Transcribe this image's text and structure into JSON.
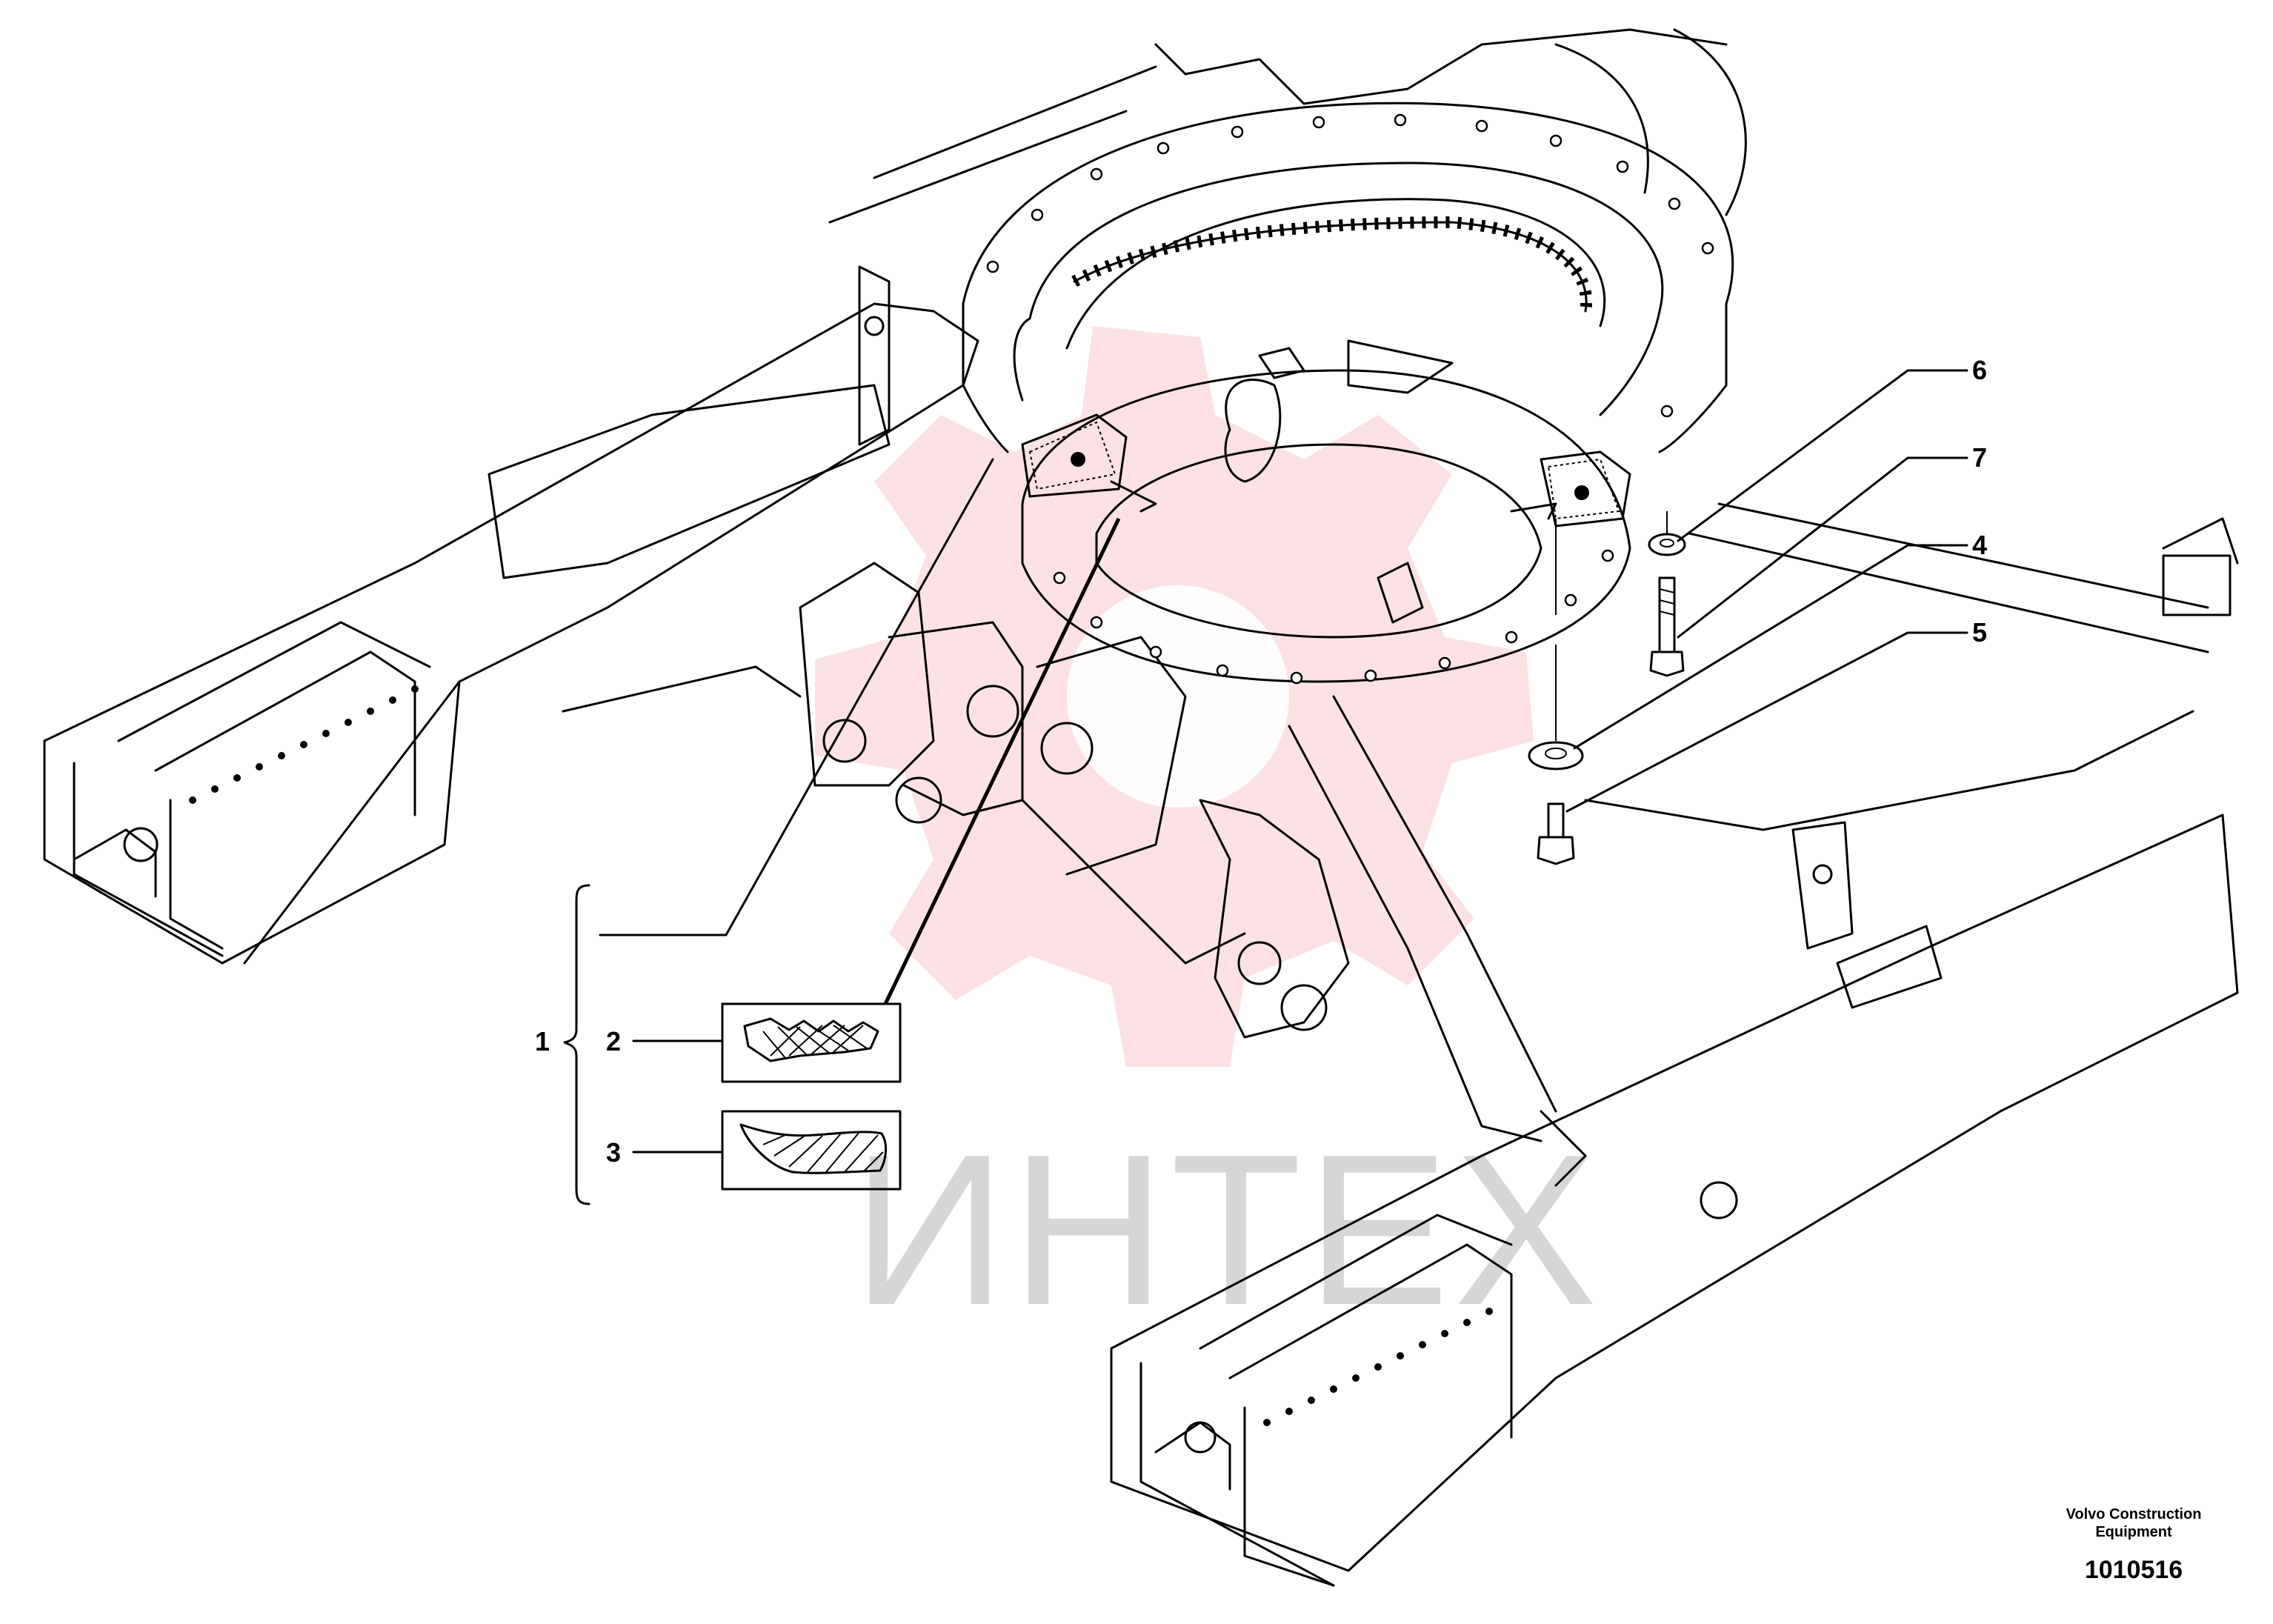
{
  "watermark": {
    "text": "ИНТЕХ",
    "color": "#e8343f"
  },
  "callouts": [
    {
      "id": "1",
      "label": "1"
    },
    {
      "id": "2",
      "label": "2"
    },
    {
      "id": "3",
      "label": "3"
    },
    {
      "id": "4",
      "label": "4"
    },
    {
      "id": "5",
      "label": "5"
    },
    {
      "id": "6",
      "label": "6"
    },
    {
      "id": "7",
      "label": "7"
    }
  ],
  "footer": {
    "company_line1": "Volvo Construction",
    "company_line2": "Equipment",
    "drawing_number": "1010516"
  }
}
